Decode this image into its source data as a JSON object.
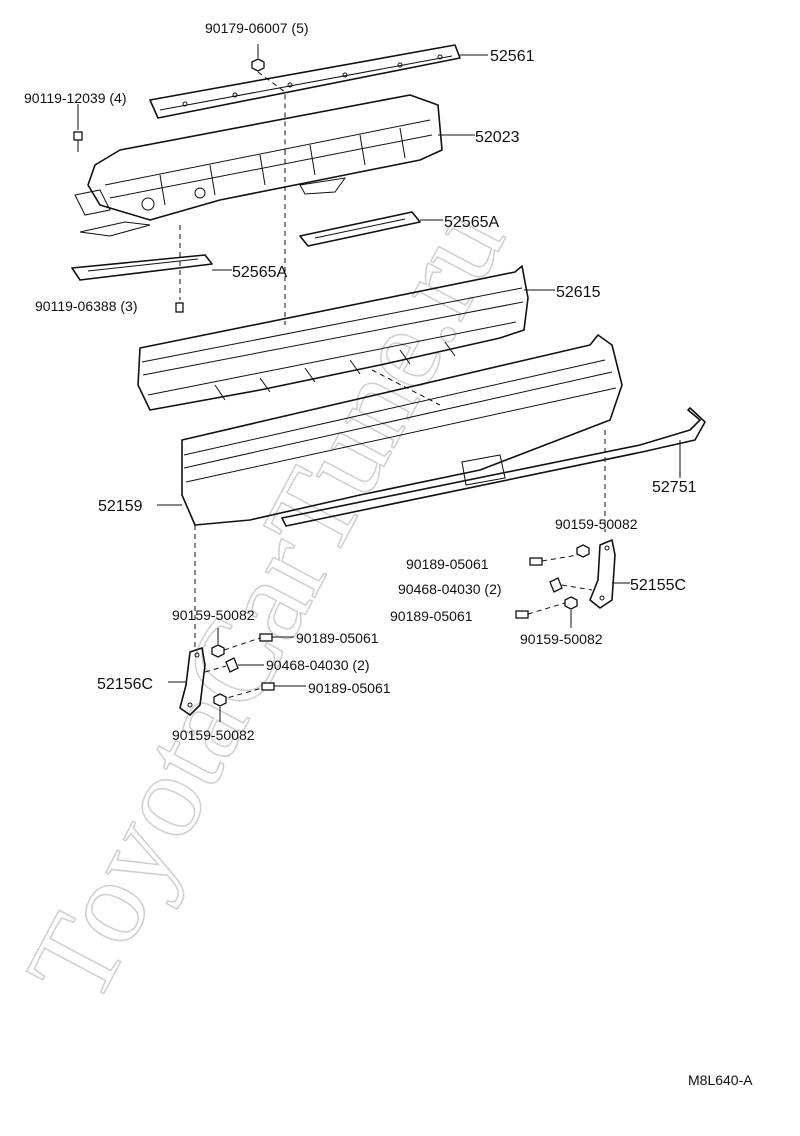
{
  "watermark": "ToyotaCarTune.ru",
  "drawing_code": "M8L640-A",
  "labels": {
    "p52561": "52561",
    "p52023": "52023",
    "p52565A_r": "52565A",
    "p52565A_l": "52565A",
    "p52615": "52615",
    "p52159": "52159",
    "p52751": "52751",
    "p52155C": "52155C",
    "p52156C": "52156C",
    "b90179": "90179-06007 (5)",
    "b90119_12039": "90119-12039 (4)",
    "b90119_06388": "90119-06388 (3)",
    "r90159_top": "90159-50082",
    "r90189_a": "90189-05061",
    "r90468": "90468-04030 (2)",
    "r90189_b": "90189-05061",
    "r90159_bot": "90159-50082",
    "l90159_top": "90159-50082",
    "l90189_a": "90189-05061",
    "l90468": "90468-04030 (2)",
    "l90189_b": "90189-05061",
    "l90159_bot": "90159-50082"
  }
}
